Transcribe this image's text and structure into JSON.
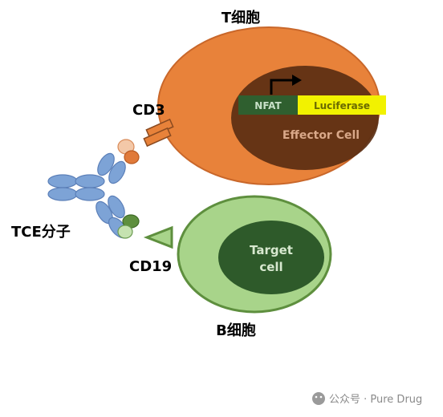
{
  "labels": {
    "t_cell": "T细胞",
    "b_cell": "B细胞",
    "cd3": "CD3",
    "cd19": "CD19",
    "tce": "TCE分子"
  },
  "t_cell_nucleus": {
    "nfat": "NFAT",
    "luciferase": "Luciferase",
    "effector": "Effector Cell"
  },
  "b_cell_nucleus": {
    "line1": "Target",
    "line2": "cell"
  },
  "watermark": {
    "text": "公众号 · Pure Drug"
  },
  "colors": {
    "t_cell_fill": "#E8823A",
    "t_nucleus": "#5A2E12",
    "nfat_green": "#2F5F2F",
    "luciferase_yellow": "#F2F200",
    "b_cell_fill": "#A8D48A",
    "b_nucleus": "#2E5A2A",
    "antibody_blue": "#7DA3D6",
    "cd3_binder": "#E07A3A",
    "cd19_binder": "#5E8F3E"
  }
}
